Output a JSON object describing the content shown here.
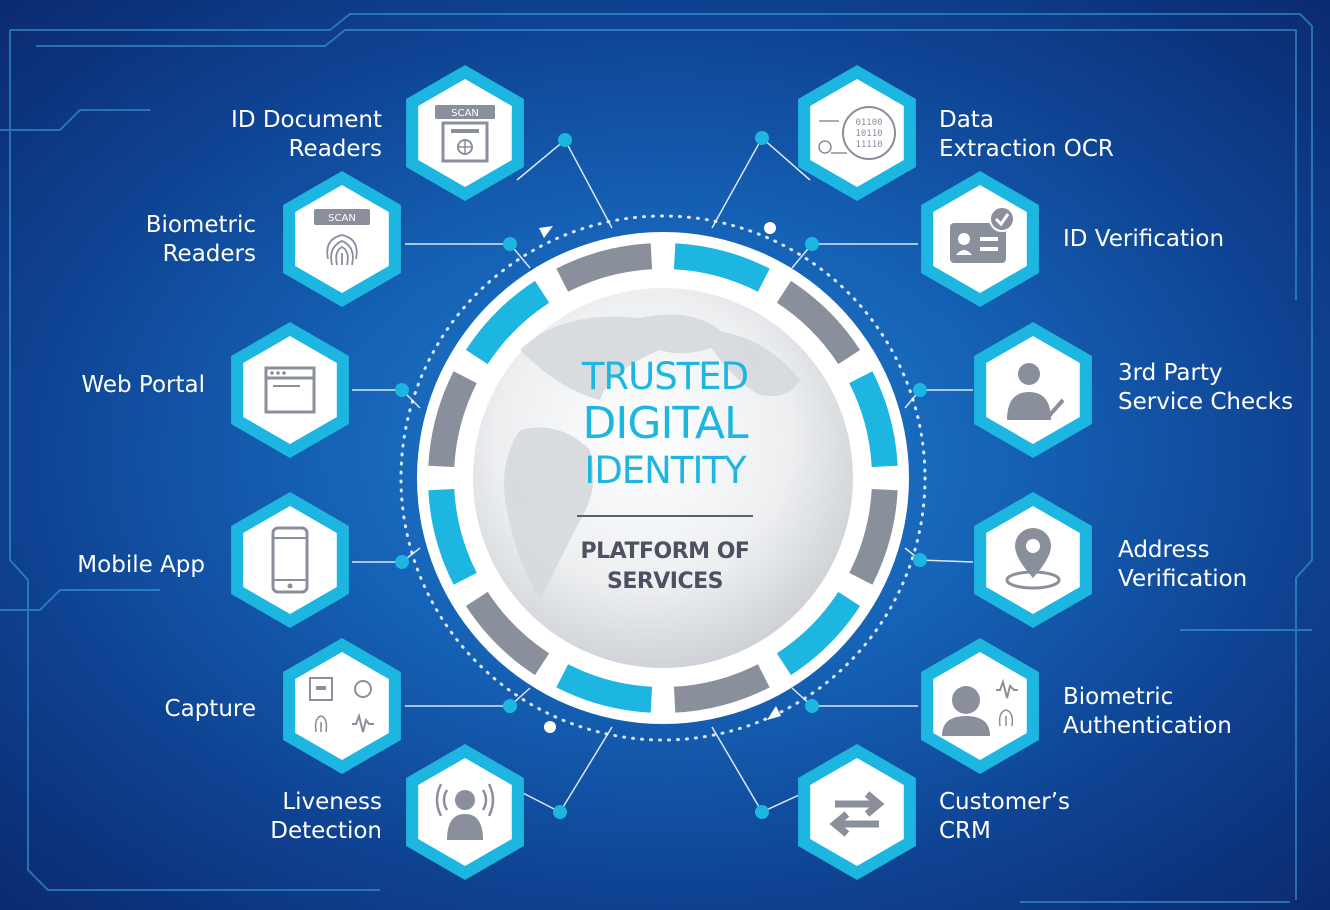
{
  "center": {
    "title_line1": "TRUSTED",
    "title_line2": "DIGITAL",
    "title_line3": "IDENTITY",
    "subtitle_line1": "PLATFORM OF",
    "subtitle_line2": "SERVICES"
  },
  "colors": {
    "accent": "#1db6e0",
    "ring_gray": "#8a8f9c",
    "label": "#ffffff",
    "hex_fill": "#ffffff"
  },
  "services_left": [
    {
      "line1": "ID Document",
      "line2": "Readers",
      "icon": "scan-document-icon",
      "icon_text": "SCAN"
    },
    {
      "line1": "Biometric",
      "line2": "Readers",
      "icon": "fingerprint-scan-icon",
      "icon_text": "SCAN"
    },
    {
      "line1": "Web Portal",
      "line2": "",
      "icon": "browser-window-icon"
    },
    {
      "line1": "Mobile App",
      "line2": "",
      "icon": "smartphone-icon"
    },
    {
      "line1": "Capture",
      "line2": "",
      "icon": "capture-grid-icon"
    },
    {
      "line1": "Liveness",
      "line2": "Detection",
      "icon": "person-signal-icon"
    }
  ],
  "services_right": [
    {
      "line1": "Data",
      "line2": "Extraction OCR",
      "icon": "binary-data-icon",
      "icon_text": [
        "01100",
        "10110",
        "11110"
      ]
    },
    {
      "line1": "ID Verification",
      "line2": "",
      "icon": "id-card-check-icon"
    },
    {
      "line1": "3rd Party",
      "line2": "Service Checks",
      "icon": "person-check-icon"
    },
    {
      "line1": "Address",
      "line2": "Verification",
      "icon": "location-pin-icon"
    },
    {
      "line1": "Biometric",
      "line2": "Authentication",
      "icon": "face-recognition-icon"
    },
    {
      "line1": "Customer’s",
      "line2": "CRM",
      "icon": "exchange-arrows-icon"
    }
  ]
}
